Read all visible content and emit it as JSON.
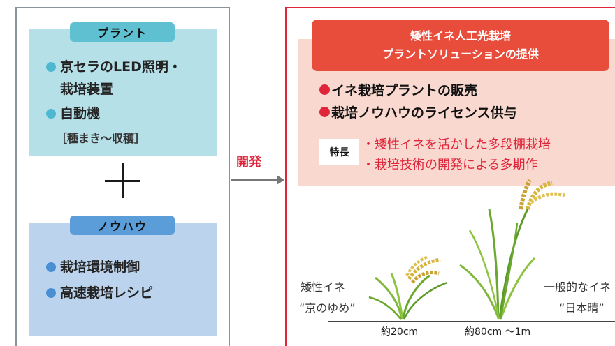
{
  "left": {
    "plant": {
      "title": "プラント",
      "item1_line1": "京セラのLED照明・",
      "item1_line2": "栽培装置",
      "item2_line1": "自動機",
      "item2_line2": "［種まき〜収穫］"
    },
    "plus_sign": "＋",
    "knowhow": {
      "title": "ノウハウ",
      "item1": "栽培環境制御",
      "item2": "高速栽培レシピ"
    }
  },
  "arrow_label": "開発",
  "right": {
    "banner_line1": "矮性イネ人工光栽培",
    "banner_line2": "プラントソリューションの提供",
    "item1": "イネ栽培プラントの販売",
    "item2": "栽培ノウハウのライセンス供与",
    "feature_label": "特長",
    "feature1": "・矮性イネを活かした多段棚栽培",
    "feature2": "・栽培技術の開発による多期作",
    "dwarf_caption_line1": "矮性イネ",
    "dwarf_caption_line2": "“京のゆめ”",
    "normal_caption_line1": "一般的なイネ",
    "normal_caption_line2": "“日本晴”",
    "dwarf_size": "約20cm",
    "normal_size": "約80cm 〜1m"
  },
  "colors": {
    "plant_bg": "#b6e0e8",
    "plant_pill": "#5fc0d2",
    "knowhow_bg": "#bbd3ec",
    "knowhow_pill": "#5b9dd9",
    "banner": "#e84d3b",
    "accent_red": "#e0243a",
    "pink_bg": "#f9d8cf"
  },
  "icons": [
    "rice-plant-dwarf-illustration",
    "rice-plant-normal-illustration"
  ]
}
